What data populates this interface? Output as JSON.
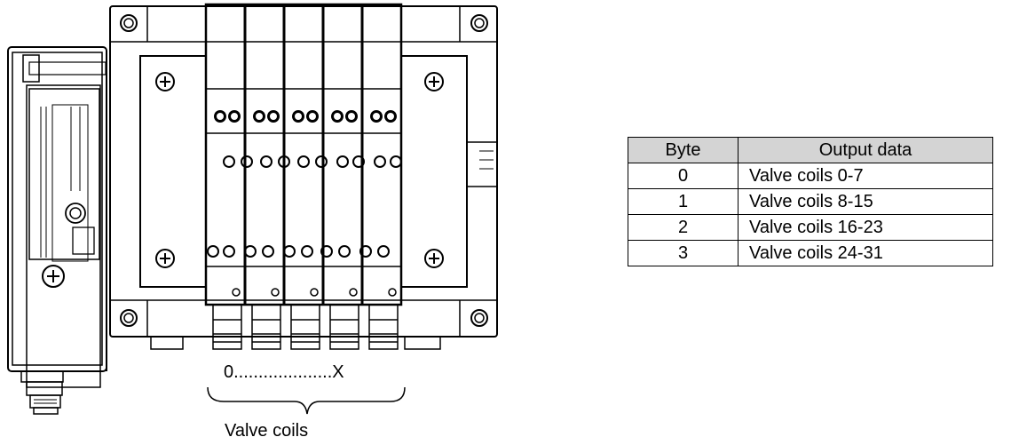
{
  "diagram": {
    "range_label": "0....................X",
    "coils_label": "Valve coils",
    "valve_count": 5
  },
  "table": {
    "headers": [
      "Byte",
      "Output data"
    ],
    "rows": [
      {
        "byte": "0",
        "output": "Valve coils 0-7"
      },
      {
        "byte": "1",
        "output": "Valve coils 8-15"
      },
      {
        "byte": "2",
        "output": "Valve coils 16-23"
      },
      {
        "byte": "3",
        "output": "Valve coils 24-31"
      }
    ]
  }
}
